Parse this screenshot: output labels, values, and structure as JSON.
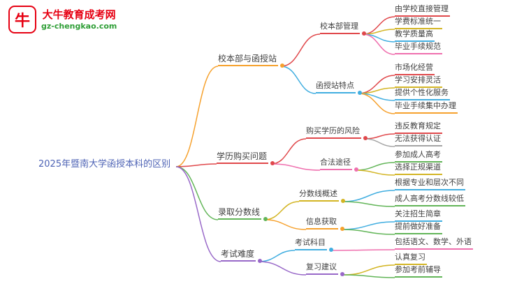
{
  "site": {
    "logo_glyph": "牛",
    "brand": "大牛教育成考网",
    "domain": "gz-chengkao.com"
  },
  "palette": {
    "red": "#e0484b",
    "orange": "#f6a12d",
    "yellow": "#d3b524",
    "blue": "#41aee0",
    "green": "#62b558",
    "pink": "#ef6fae",
    "purple": "#9868c8",
    "gray": "#a3a3a3",
    "root_text": "#4e63b5",
    "brand_red": "#e60012",
    "brand_green": "#2e9e36"
  },
  "mindmap": {
    "root": {
      "label": "2025年暨南大学函授本科的区别",
      "color": "root_text"
    },
    "branches": [
      {
        "label": "校本部与函授站",
        "color": "orange",
        "children": [
          {
            "label": "校本部管理",
            "color": "red",
            "children": [
              {
                "label": "由学校直接管理",
                "color": "red"
              },
              {
                "label": "学费标准统一",
                "color": "yellow"
              },
              {
                "label": "教学质量高",
                "color": "blue"
              },
              {
                "label": "毕业手续规范",
                "color": "pink"
              }
            ]
          },
          {
            "label": "函授站特点",
            "color": "blue",
            "children": [
              {
                "label": "市场化经营",
                "color": "red"
              },
              {
                "label": "学习安排灵活",
                "color": "yellow"
              },
              {
                "label": "提供个性化服务",
                "color": "blue"
              },
              {
                "label": "毕业手续集中办理",
                "color": "orange"
              }
            ]
          }
        ]
      },
      {
        "label": "学历购买问题",
        "color": "red",
        "children": [
          {
            "label": "购买学历的风险",
            "color": "red",
            "children": [
              {
                "label": "违反教育规定",
                "color": "red"
              },
              {
                "label": "无法获得认证",
                "color": "gray"
              }
            ]
          },
          {
            "label": "合法途径",
            "color": "pink",
            "children": [
              {
                "label": "参加成人高考",
                "color": "green"
              },
              {
                "label": "选择正规渠道",
                "color": "yellow"
              }
            ]
          }
        ]
      },
      {
        "label": "录取分数线",
        "color": "green",
        "children": [
          {
            "label": "分数线概述",
            "color": "yellow",
            "children": [
              {
                "label": "根据专业和层次不同",
                "color": "blue"
              },
              {
                "label": "成人高考分数线较低",
                "color": "green"
              }
            ]
          },
          {
            "label": "信息获取",
            "color": "orange",
            "children": [
              {
                "label": "关注招生简章",
                "color": "blue"
              },
              {
                "label": "提前做好准备",
                "color": "green"
              }
            ]
          }
        ]
      },
      {
        "label": "考试难度",
        "color": "purple",
        "children": [
          {
            "label": "考试科目",
            "color": "blue",
            "children": [
              {
                "label": "包括语文、数学、外语",
                "color": "pink"
              }
            ]
          },
          {
            "label": "复习建议",
            "color": "purple",
            "children": [
              {
                "label": "认真复习",
                "color": "yellow"
              },
              {
                "label": "参加考前辅导",
                "color": "green"
              }
            ]
          }
        ]
      }
    ]
  }
}
